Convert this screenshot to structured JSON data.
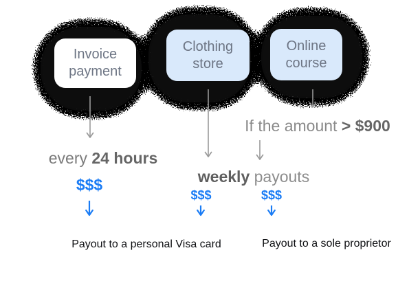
{
  "diagram": {
    "nodes": [
      {
        "line1": "Invoice",
        "line2": "payment",
        "variant": "white"
      },
      {
        "line1": "Clothing",
        "line2": "store",
        "variant": "blue"
      },
      {
        "line1": "Online",
        "line2": "course",
        "variant": "blue"
      }
    ],
    "labels": {
      "daily": {
        "normal": "every ",
        "bold": "24 hours"
      },
      "condition": {
        "normal": "If the amount ",
        "bold": "> $900"
      },
      "weekly": {
        "bold": "weekly",
        "normal": " payouts"
      },
      "money": [
        "$$$",
        "$$$",
        "$$$"
      ],
      "payout_personal": "Payout to a personal Visa card",
      "payout_sole": "Payout to a sole proprietor"
    },
    "colors": {
      "cloud": "#0b0b0c",
      "node_white": "#ffffff",
      "node_blue": "#d9e9fb",
      "node_text": "#6d7584",
      "annotation_gray": "#7b7b7b",
      "annotation_bold_gray": "#616161",
      "accent_blue": "#1a7cf5",
      "arrow_gray": "#999999",
      "payout_text": "#0f1013"
    }
  }
}
